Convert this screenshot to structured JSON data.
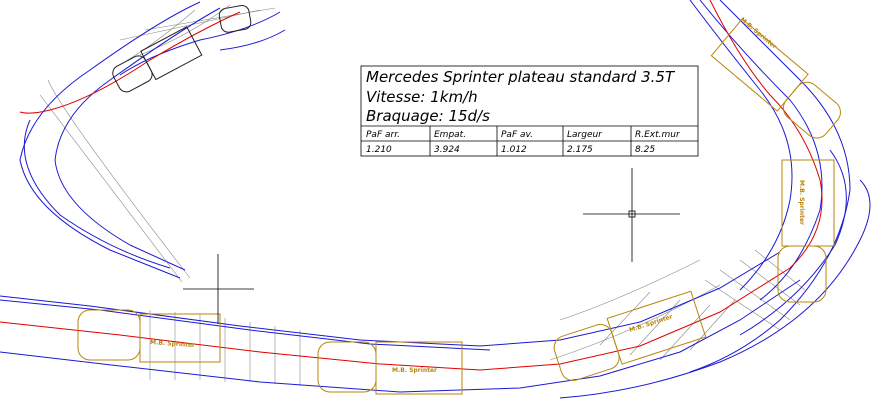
{
  "title_block": {
    "vehicle": "Mercedes Sprinter plateau standard 3.5T",
    "speed": "Vitesse: 1km/h",
    "steering": "Braquage: 15d/s",
    "headers": [
      "PaF arr.",
      "Empat.",
      "PaF av.",
      "Largeur",
      "R.Ext.mur"
    ],
    "values": [
      "1.210",
      "3.924",
      "1.012",
      "2.175",
      "8.25"
    ]
  },
  "vehicle_stamp": "M.B. Sprinter",
  "colors": {
    "background": "#ffffff",
    "wall_outline": "#1a1ad6",
    "center_path": "#e00000",
    "vehicle": "#b8860b",
    "envelope": "#555555",
    "text": "#000000"
  }
}
